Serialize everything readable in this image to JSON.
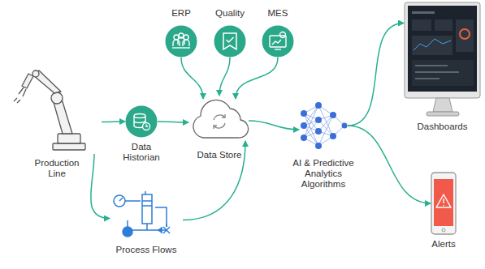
{
  "diagram": {
    "nodes": [
      {
        "text": [
          "ERP"
        ]
      },
      {
        "text": [
          "Quality"
        ]
      },
      {
        "text": [
          "MES"
        ]
      },
      {
        "text": [
          "Production Line"
        ]
      },
      {
        "text": [
          "Data Historian"
        ]
      },
      {
        "text": [
          "Data Store"
        ]
      },
      {
        "text": [
          "AI & Predictive Analytics Algorithms"
        ]
      },
      {
        "text": [
          "Dashboards"
        ]
      },
      {
        "text": [
          "Alerts"
        ]
      },
      {
        "text": [
          "Process Flows"
        ]
      }
    ],
    "edges": [
      {
        "from": 0,
        "to": 5,
        "arrow": "to"
      },
      {
        "from": 1,
        "to": 5,
        "arrow": "to"
      },
      {
        "from": 2,
        "to": 5,
        "arrow": "to"
      },
      {
        "from": 3,
        "to": 4,
        "arrow": "to"
      },
      {
        "from": 4,
        "to": 5,
        "arrow": "to"
      },
      {
        "from": 3,
        "to": 9,
        "arrow": "to"
      },
      {
        "from": 9,
        "to": 5,
        "arrow": "to"
      },
      {
        "from": 5,
        "to": 6,
        "arrow": "to"
      },
      {
        "from": 6,
        "to": 7,
        "arrow": "to"
      },
      {
        "from": 6,
        "to": 8,
        "arrow": "to"
      }
    ]
  }
}
